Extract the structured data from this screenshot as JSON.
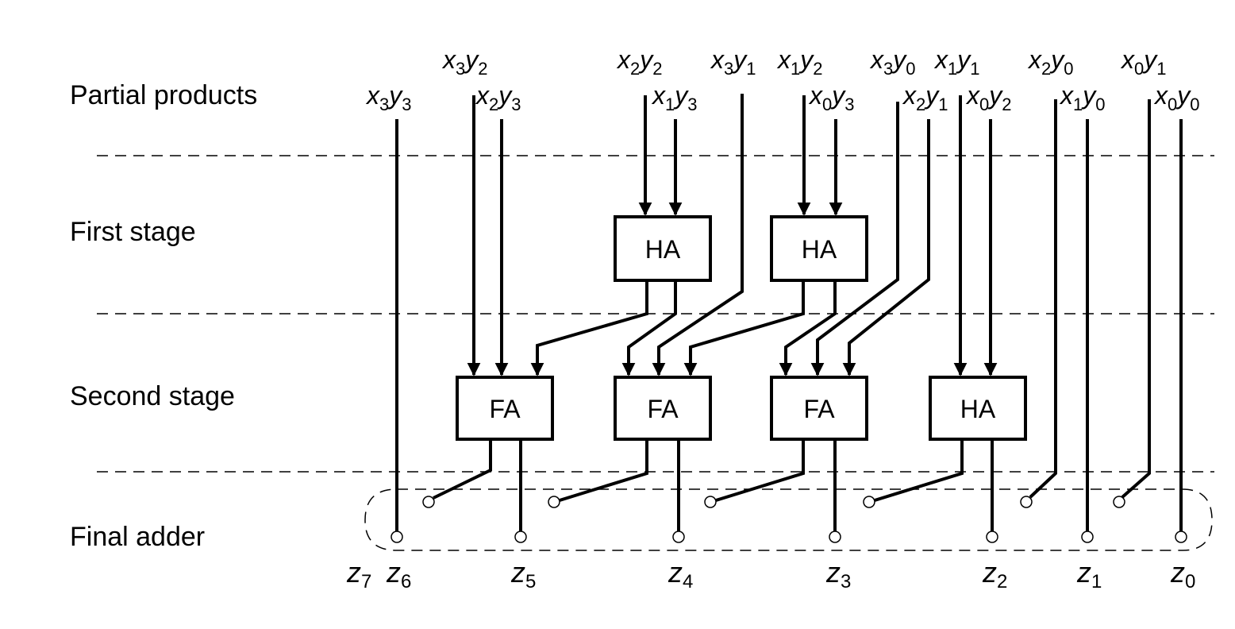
{
  "stages": [
    {
      "id": "partial-products",
      "label": "Partial products"
    },
    {
      "id": "first-stage",
      "label": "First stage"
    },
    {
      "id": "second-stage",
      "label": "Second stage"
    },
    {
      "id": "final-adder",
      "label": "Final adder"
    }
  ],
  "partial_products": [
    {
      "id": "x3y3",
      "x": "x",
      "xi": "3",
      "y": "y",
      "yi": "3"
    },
    {
      "id": "x3y2",
      "x": "x",
      "xi": "3",
      "y": "y",
      "yi": "2"
    },
    {
      "id": "x2y3",
      "x": "x",
      "xi": "2",
      "y": "y",
      "yi": "3"
    },
    {
      "id": "x2y2",
      "x": "x",
      "xi": "2",
      "y": "y",
      "yi": "2"
    },
    {
      "id": "x1y3",
      "x": "x",
      "xi": "1",
      "y": "y",
      "yi": "3"
    },
    {
      "id": "x3y1",
      "x": "x",
      "xi": "3",
      "y": "y",
      "yi": "1"
    },
    {
      "id": "x1y2",
      "x": "x",
      "xi": "1",
      "y": "y",
      "yi": "2"
    },
    {
      "id": "x0y3",
      "x": "x",
      "xi": "0",
      "y": "y",
      "yi": "3"
    },
    {
      "id": "x3y0",
      "x": "x",
      "xi": "3",
      "y": "y",
      "yi": "0"
    },
    {
      "id": "x2y1",
      "x": "x",
      "xi": "2",
      "y": "y",
      "yi": "1"
    },
    {
      "id": "x1y1",
      "x": "x",
      "xi": "1",
      "y": "y",
      "yi": "1"
    },
    {
      "id": "x0y2",
      "x": "x",
      "xi": "0",
      "y": "y",
      "yi": "2"
    },
    {
      "id": "x2y0",
      "x": "x",
      "xi": "2",
      "y": "y",
      "yi": "0"
    },
    {
      "id": "x1y0",
      "x": "x",
      "xi": "1",
      "y": "y",
      "yi": "0"
    },
    {
      "id": "x0y1",
      "x": "x",
      "xi": "0",
      "y": "y",
      "yi": "1"
    },
    {
      "id": "x0y0",
      "x": "x",
      "xi": "0",
      "y": "y",
      "yi": "0"
    }
  ],
  "first_stage_boxes": [
    {
      "id": "ha-1a",
      "label": "HA"
    },
    {
      "id": "ha-1b",
      "label": "HA"
    }
  ],
  "second_stage_boxes": [
    {
      "id": "fa-2a",
      "label": "FA"
    },
    {
      "id": "fa-2b",
      "label": "FA"
    },
    {
      "id": "fa-2c",
      "label": "FA"
    },
    {
      "id": "ha-2d",
      "label": "HA"
    }
  ],
  "outputs": [
    {
      "id": "z7",
      "sym": "z",
      "sub": "7"
    },
    {
      "id": "z6",
      "sym": "z",
      "sub": "6"
    },
    {
      "id": "z5",
      "sym": "z",
      "sub": "5"
    },
    {
      "id": "z4",
      "sym": "z",
      "sub": "4"
    },
    {
      "id": "z3",
      "sym": "z",
      "sub": "3"
    },
    {
      "id": "z2",
      "sym": "z",
      "sub": "2"
    },
    {
      "id": "z1",
      "sym": "z",
      "sub": "1"
    },
    {
      "id": "z0",
      "sym": "z",
      "sub": "0"
    }
  ]
}
